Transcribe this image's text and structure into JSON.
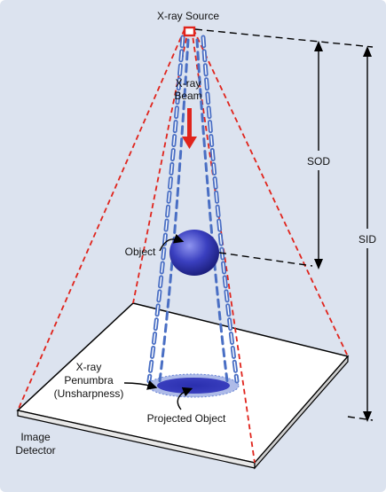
{
  "labels": {
    "source": "X-ray Source",
    "beam_line1": "X-ray",
    "beam_line2": "Beam",
    "sod": "SOD",
    "sid": "SID",
    "object": "Object",
    "penumbra_line1": "X-ray",
    "penumbra_line2": "Penumbra",
    "penumbra_line3": "(Unsharpness)",
    "projected": "Projected Object",
    "detector_line1": "Image",
    "detector_line2": "Detector"
  },
  "colors": {
    "background": "#dce3ef",
    "beam_outline": "#e0241c",
    "beam_cone": "#4a6fc4",
    "object": "#3a3fbf",
    "detector": "#ffffff",
    "line": "#000000",
    "arrow": "#e0241c"
  }
}
